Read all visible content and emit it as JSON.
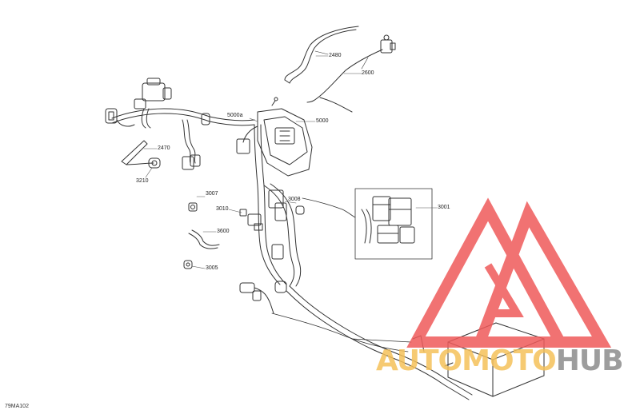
{
  "diagram": {
    "ref_code": "79MA102",
    "callouts": [
      {
        "id": "2480",
        "label": "2480"
      },
      {
        "id": "2600",
        "label": "2600"
      },
      {
        "id": "5000a",
        "label": "5000a"
      },
      {
        "id": "5000",
        "label": "5000"
      },
      {
        "id": "2470",
        "label": "2470"
      },
      {
        "id": "3210",
        "label": "3210"
      },
      {
        "id": "3007",
        "label": "3007"
      },
      {
        "id": "3008",
        "label": "3008"
      },
      {
        "id": "3001",
        "label": "3001"
      },
      {
        "id": "3010",
        "label": "3010"
      },
      {
        "id": "3600",
        "label": "3600"
      },
      {
        "id": "3005",
        "label": "3005"
      }
    ]
  },
  "watermark": {
    "part1": "AUTOMOTO",
    "part2": "HUB",
    "color_primary": "#f5c15a",
    "color_secondary": "#8c8c8c",
    "color_logo": "#ef5a5a"
  }
}
